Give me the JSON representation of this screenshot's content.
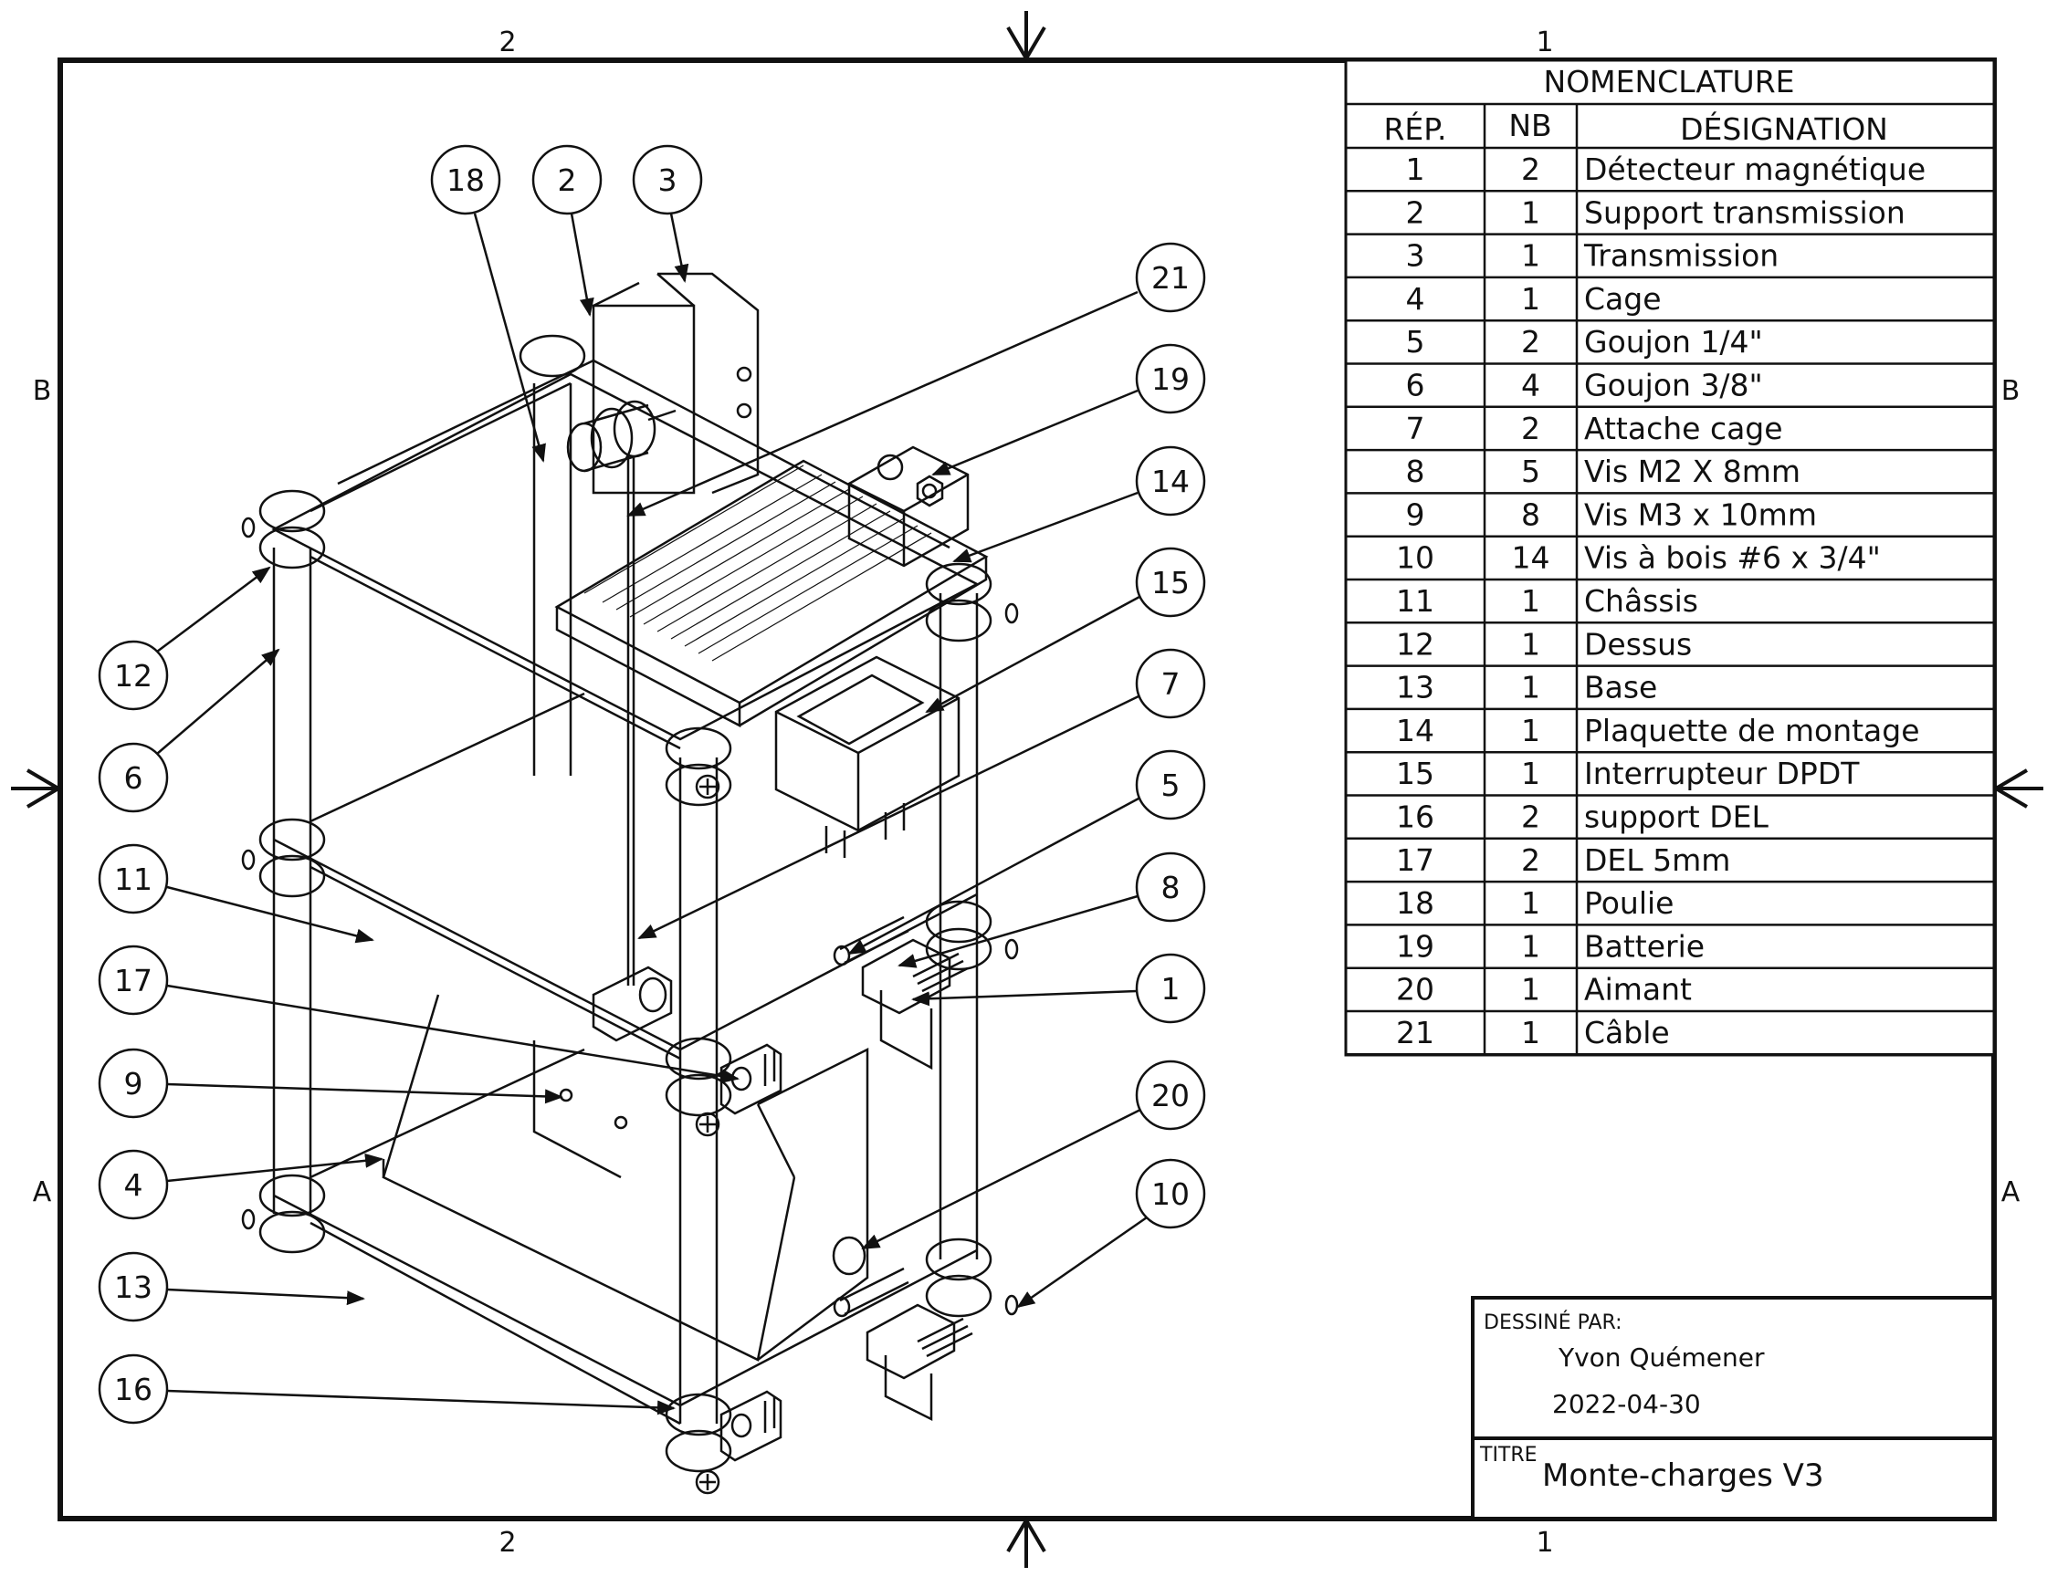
{
  "zones": {
    "col_left": "2",
    "col_right": "1",
    "row_top": "B",
    "row_bottom": "A"
  },
  "bom": {
    "title": "NOMENCLATURE",
    "headers": [
      "RÉP.",
      "NB",
      "DÉSIGNATION"
    ],
    "rows": [
      [
        "1",
        "2",
        "Détecteur magnétique"
      ],
      [
        "2",
        "1",
        "Support transmission"
      ],
      [
        "3",
        "1",
        "Transmission"
      ],
      [
        "4",
        "1",
        "Cage"
      ],
      [
        "5",
        "2",
        "Goujon 1/4\""
      ],
      [
        "6",
        "4",
        "Goujon 3/8\""
      ],
      [
        "7",
        "2",
        "Attache cage"
      ],
      [
        "8",
        "5",
        "Vis M2 X 8mm"
      ],
      [
        "9",
        "8",
        "Vis M3 x 10mm"
      ],
      [
        "10",
        "14",
        "Vis à bois #6 x 3/4\""
      ],
      [
        "11",
        "1",
        "Châssis"
      ],
      [
        "12",
        "1",
        "Dessus"
      ],
      [
        "13",
        "1",
        "Base"
      ],
      [
        "14",
        "1",
        "Plaquette de montage"
      ],
      [
        "15",
        "1",
        "Interrupteur DPDT"
      ],
      [
        "16",
        "2",
        "support DEL"
      ],
      [
        "17",
        "2",
        "DEL 5mm"
      ],
      [
        "18",
        "1",
        "Poulie"
      ],
      [
        "19",
        "1",
        "Batterie"
      ],
      [
        "20",
        "1",
        "Aimant"
      ],
      [
        "21",
        "1",
        "Câble"
      ]
    ]
  },
  "title_block": {
    "drawn_by_label": "DESSINÉ PAR:",
    "author": "Yvon Quémener",
    "date": "2022-04-30",
    "title_label": "TITRE",
    "title": "Monte-charges V3"
  },
  "balloons": [
    "18",
    "2",
    "3",
    "21",
    "19",
    "14",
    "15",
    "7",
    "5",
    "8",
    "1",
    "20",
    "10",
    "12",
    "6",
    "11",
    "17",
    "9",
    "4",
    "13",
    "16"
  ]
}
